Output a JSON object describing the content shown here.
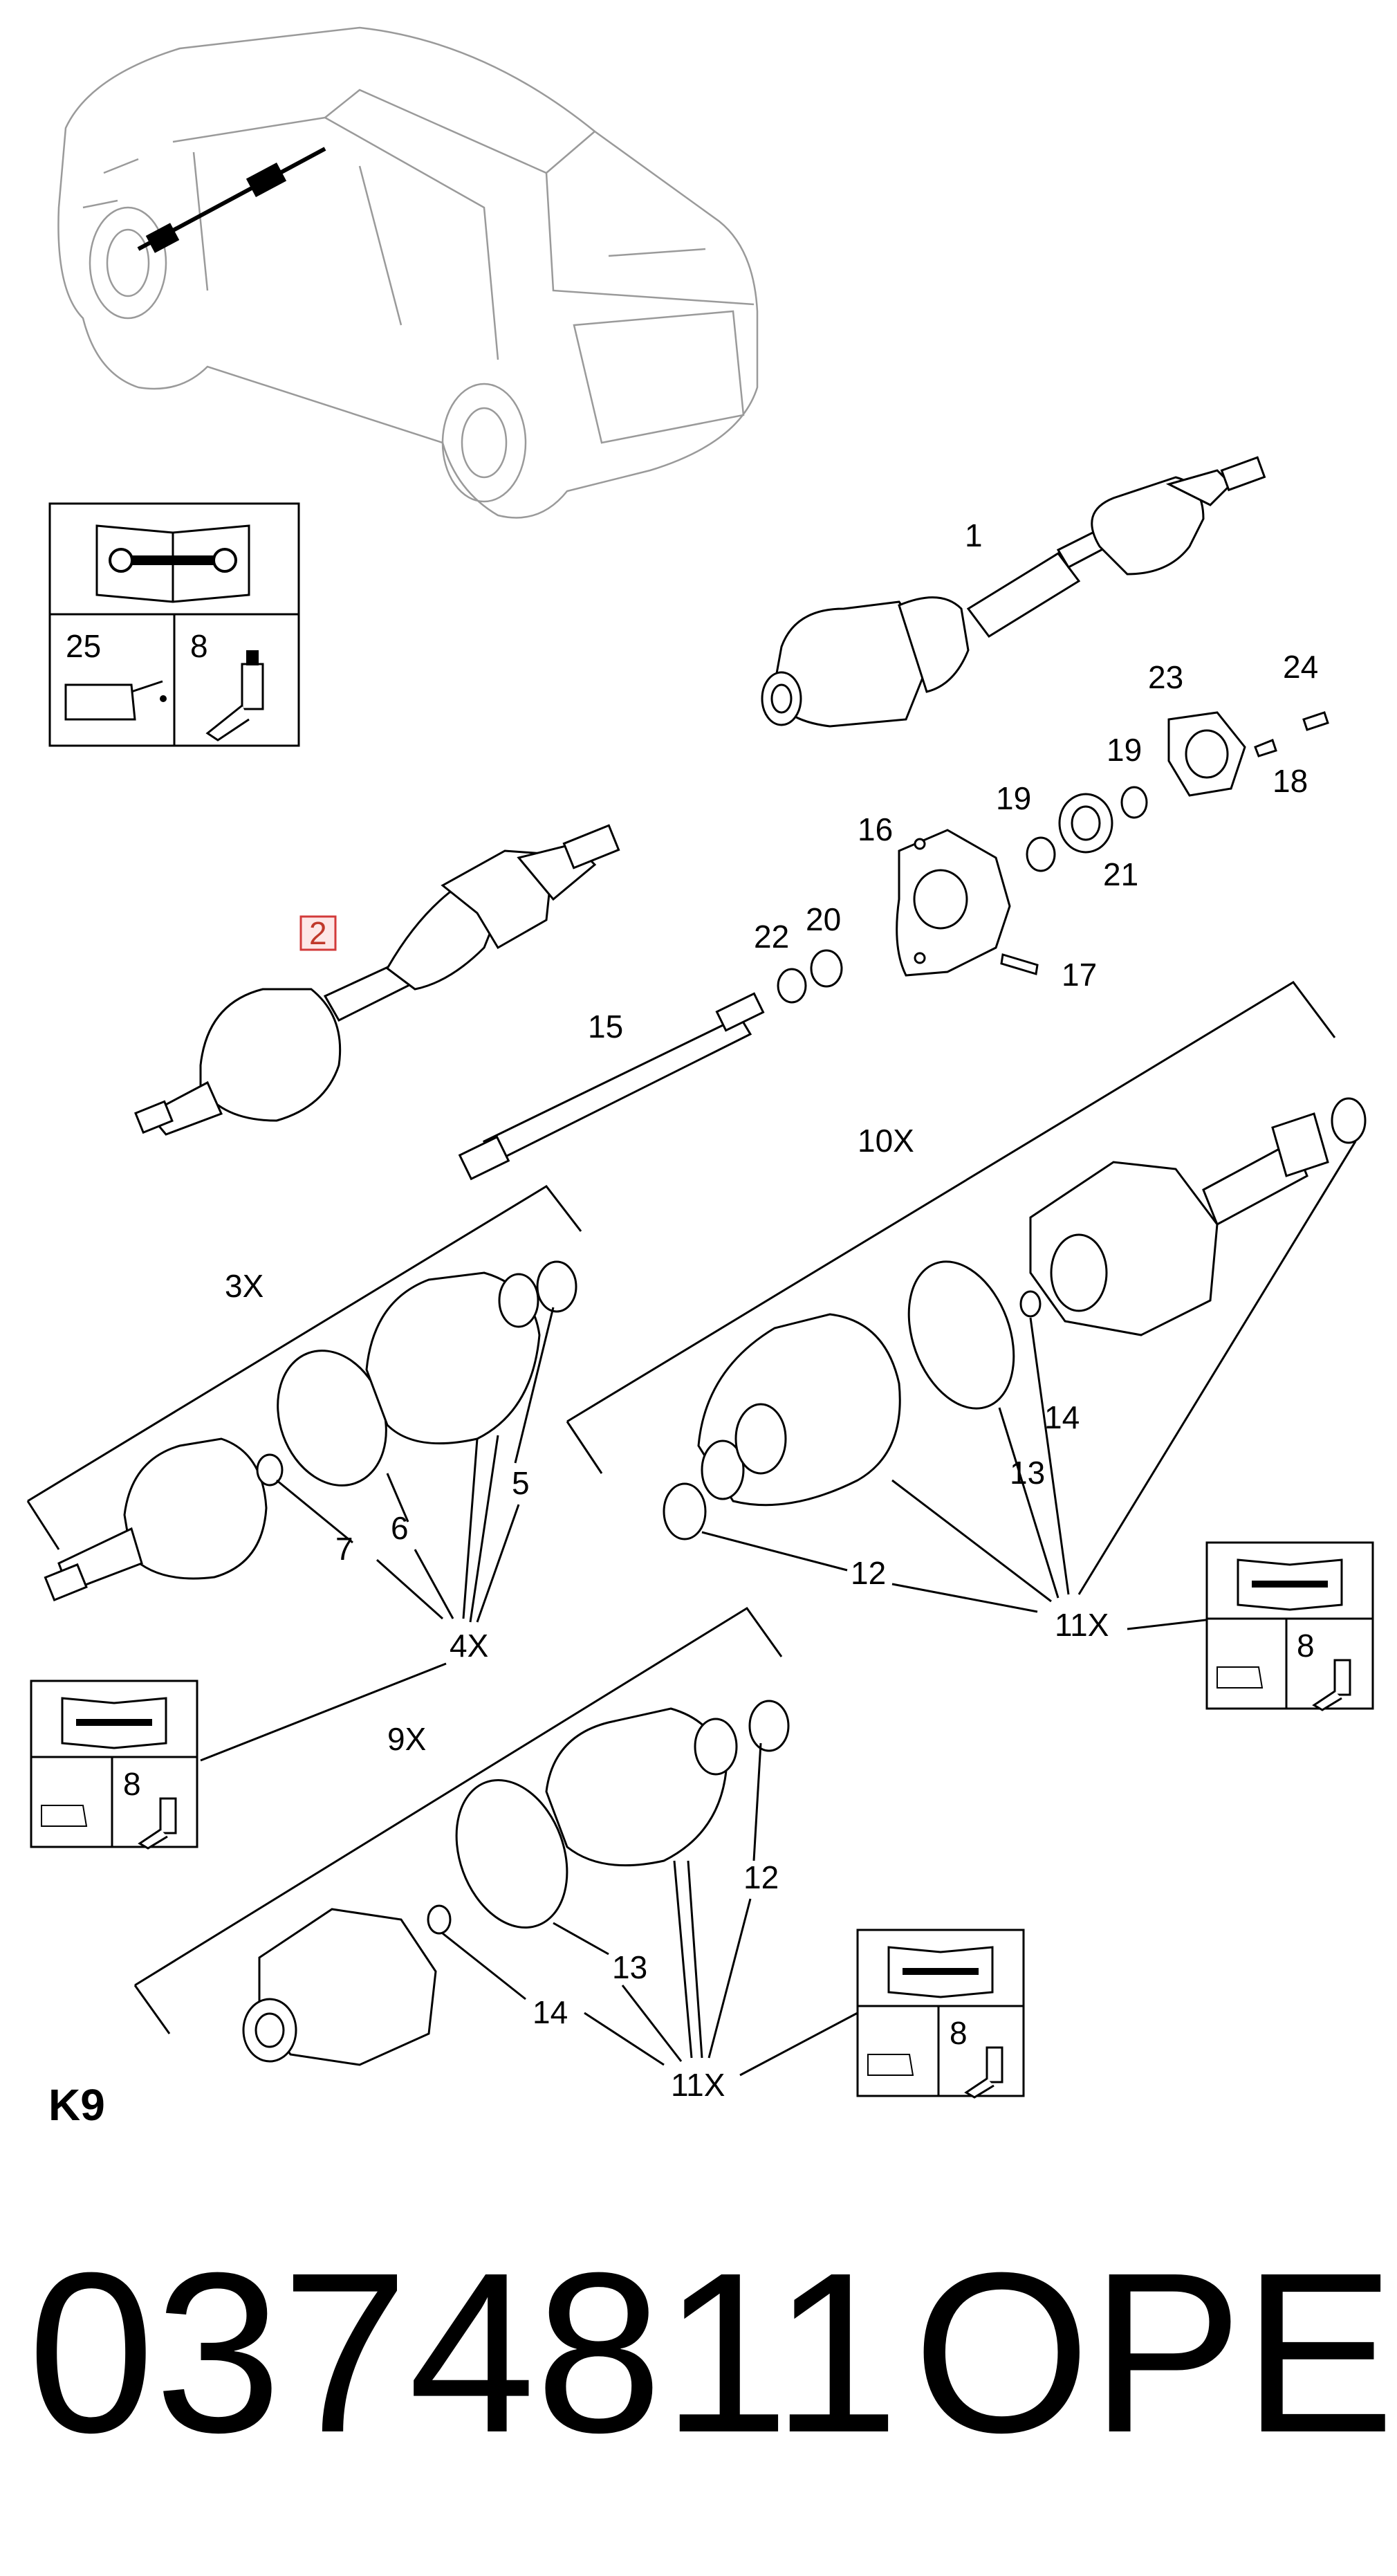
{
  "vehicle": {
    "name": "vehicle-overview"
  },
  "manual_boxes": {
    "main": {
      "fluid_qty": "25",
      "tool_qty": "8"
    },
    "small": {
      "tool_qty": "8"
    }
  },
  "labels": {
    "p1": "1",
    "p2": "2",
    "p3x": "3X",
    "p4x": "4X",
    "p5": "5",
    "p6": "6",
    "p7": "7",
    "p9x": "9X",
    "p10x": "10X",
    "p11x": "11X",
    "p12": "12",
    "p13": "13",
    "p14": "14",
    "p15": "15",
    "p16": "16",
    "p17": "17",
    "p18": "18",
    "p19": "19",
    "p20": "20",
    "p21": "21",
    "p22": "22",
    "p23": "23",
    "p24": "24"
  },
  "section_code": "K9",
  "part_number": "0374811",
  "brand": "OPEL"
}
